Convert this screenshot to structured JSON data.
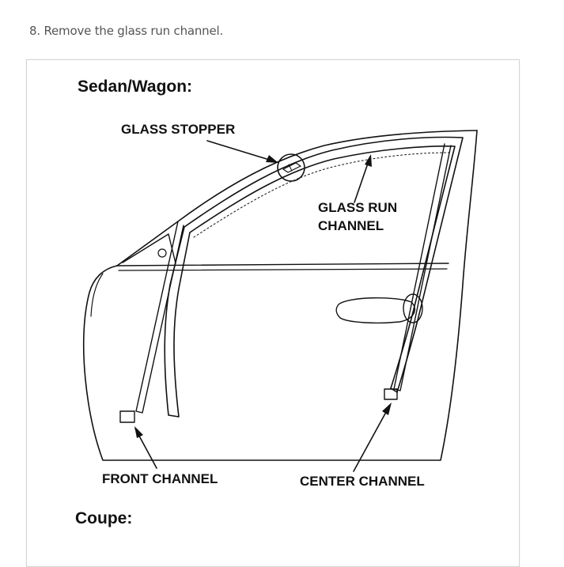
{
  "step": {
    "text": "8. Remove the glass run channel."
  },
  "figure": {
    "section_top": "Sedan/Wagon:",
    "section_bottom": "Coupe:",
    "labels": {
      "glass_stopper": "GLASS STOPPER",
      "glass_run_channel_line1": "GLASS RUN",
      "glass_run_channel_line2": "CHANNEL",
      "front_channel": "FRONT CHANNEL",
      "center_channel": "CENTER CHANNEL"
    }
  }
}
